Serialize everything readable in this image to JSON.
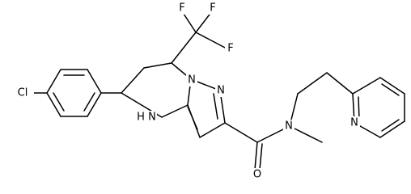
{
  "colors": {
    "background": "#ffffff",
    "bond": "#000000",
    "label": "#000000"
  },
  "atoms": {
    "cl": "Cl",
    "f_top_left": "F",
    "f_top_right": "F",
    "f_right": "F",
    "n_bridge": "N",
    "n_pyrazole": "N",
    "nh": "N",
    "h": "H",
    "o": "O",
    "n_amide": "N",
    "n_pyridine": "N"
  }
}
